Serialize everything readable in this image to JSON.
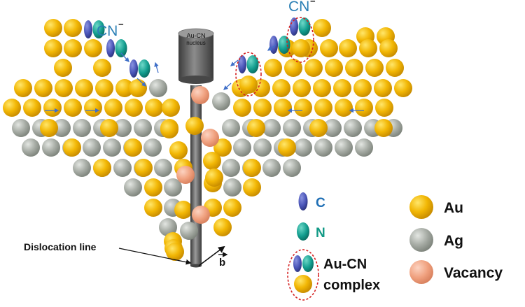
{
  "labels": {
    "cn_left": "CN",
    "cn_left_sup": "−",
    "cn_right": "CN",
    "cn_right_sup": "−",
    "nucleus_line1": "Au-CN",
    "nucleus_line2": "nucleus",
    "dislocation_line": "Dislocation line",
    "burgers_vector": "b"
  },
  "legend": {
    "c": "C",
    "n": "N",
    "au": "Au",
    "ag": "Ag",
    "vacancy": "Vacancy",
    "complex_line1": "Au-CN",
    "complex_line2": "complex"
  },
  "colors": {
    "au": "#f2b705",
    "au_dark": "#c98d00",
    "ag": "#a9aea7",
    "ag_dark": "#7f857d",
    "vacancy": "#f0a17f",
    "c_atom": "#4a55b8",
    "n_atom": "#139e8f",
    "cn_text": "#2a7fb5",
    "legend_c_text": "#1f6fb5",
    "legend_n_text": "#129a86",
    "arrow": "#3f6fc8",
    "dashed_ring": "#d42020",
    "cylinder": "#555555"
  }
}
